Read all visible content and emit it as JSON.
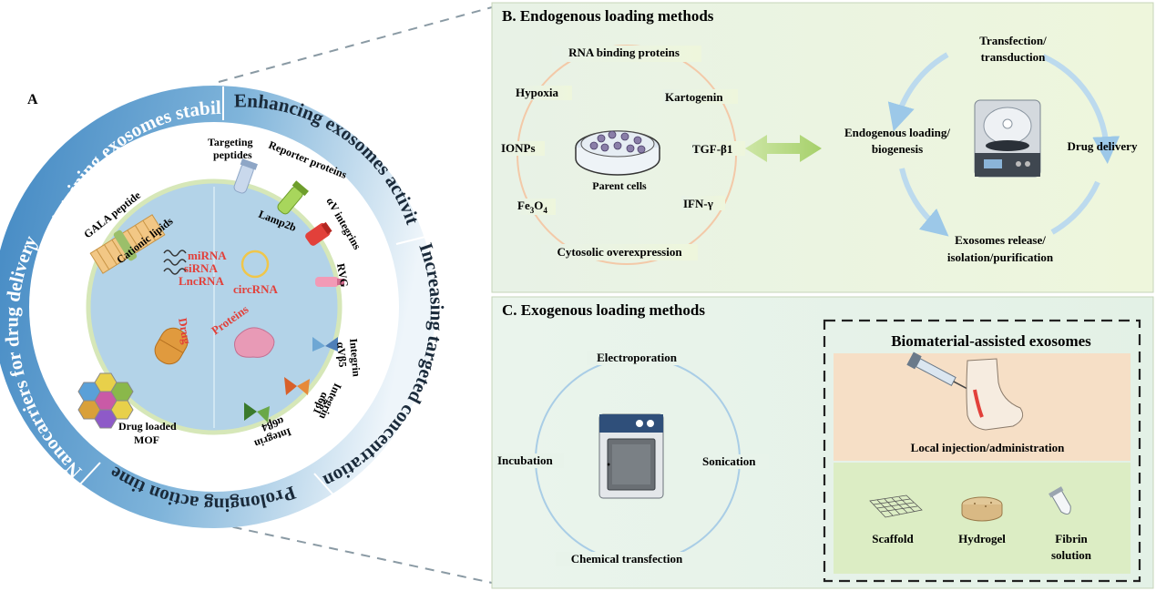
{
  "panel_a": {
    "letter": "A",
    "ring_labels": {
      "stability": "Maintaining exosomes stability",
      "activity": "Enhancing exosomes activity",
      "targeted": "Increasing targeted concentration",
      "prolonging": "Prolonging action time",
      "nanocarriers": "Nanocarriers for drug delivery"
    },
    "inner_labels": {
      "targeting_peptides_1": "Targeting",
      "targeting_peptides_2": "peptides",
      "reporter_proteins": "Reporter proteins",
      "gala": "GALA peptide",
      "cationic": "Cationic lipids",
      "lamp2b": "Lamp2b",
      "av_integrins": "αV integrins",
      "mirna": "miRNA",
      "sirna": "siRNA",
      "lncrna": "LncRNA",
      "circrna": "circRNA",
      "rvg": "RVG",
      "drug": "Drug",
      "proteins": "Proteins",
      "integrin_avb5_1": "Integrin",
      "integrin_avb5_2": "αVβ5",
      "integrin_a6b1_1": "Integrin",
      "integrin_a6b1_2": "α6β1",
      "integrin_a6b4_1": "Integrin",
      "integrin_a6b4_2": "α6β4",
      "mof_1": "Drug loaded",
      "mof_2": "MOF"
    }
  },
  "panel_b": {
    "title": "B. Endogenous loading methods",
    "stimuli": {
      "rbp": "RNA binding proteins",
      "hypoxia": "Hypoxia",
      "kartogenin": "Kartogenin",
      "ionps": "IONPs",
      "tgf": "TGF-β1",
      "fe3o4_main": "Fe",
      "fe3o4_sub1": "3",
      "fe3o4_mid": "O",
      "fe3o4_sub2": "4",
      "ifn": "IFN-γ",
      "cytosolic": "Cytosolic overexpression"
    },
    "parent_cells": "Parent cells",
    "cycle": {
      "transfection_1": "Transfection/",
      "transfection_2": "transduction",
      "endogenous_1": "Endogenous loading/",
      "endogenous_2": "biogenesis",
      "drug_delivery": "Drug delivery",
      "release_1": "Exosomes release/",
      "release_2": "isolation/purification"
    }
  },
  "panel_c": {
    "title": "C. Exogenous loading methods",
    "methods": {
      "electroporation": "Electroporation",
      "incubation": "Incubation",
      "sonication": "Sonication",
      "chemical": "Chemical transfection"
    },
    "biomaterial": {
      "title": "Biomaterial-assisted exosomes",
      "injection": "Local injection/administration",
      "scaffold": "Scaffold",
      "hydrogel": "Hydrogel",
      "fibrin_1": "Fibrin",
      "fibrin_2": "solution"
    }
  },
  "colors": {
    "ring_dark": "#3f86c2",
    "ring_light": "#e4f0f8",
    "inner_circle": "#b3d3e8",
    "inner_border": "#cfe3b0",
    "panel_bg_b": "#eef4e2",
    "panel_bg_c": "#e9f3ea",
    "red_text": "#e2403a",
    "injection_bg": "#f6dfc6",
    "materials_bg": "#dcedc4"
  }
}
